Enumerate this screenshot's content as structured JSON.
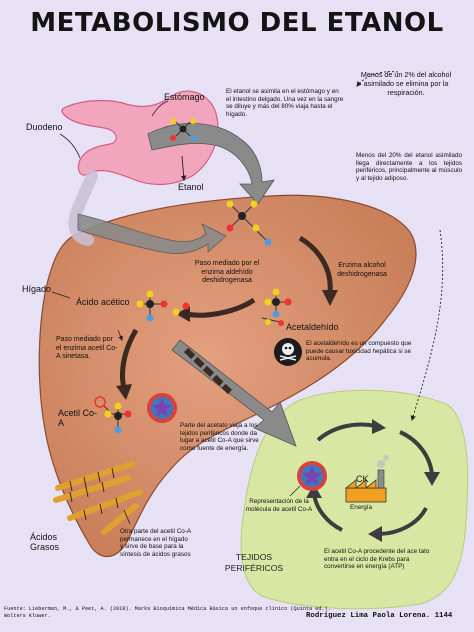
{
  "title": "METABOLISMO DEL ETANOL",
  "organs": {
    "stomach": "Estómago",
    "duodenum": "Duodeno",
    "liver": "Hígado",
    "peripheral": "TEJIDOS PERIFÉRICOS"
  },
  "molecules": {
    "ethanol": "Etanol",
    "acetaldehyde": "Acetaldehído",
    "acetic_acid": "Ácido acético",
    "acetyl_coa": "Acetil Co-A",
    "fatty_acids": "Ácidos Grasos",
    "ck": "CK",
    "energy": "Energía"
  },
  "enzymes": {
    "alcohol_dehydrogenase": "Enzima alcohol deshidrogenasa",
    "aldehyde_dehydrogenase": "Paso mediado por el enzima aldehído deshidrogenasa",
    "acetyl_coa_synthetase": "Paso mediado por el enzima acetil Co-A sinetasa."
  },
  "notes": {
    "absorption": "El etanol se asimila en el estómago y en el intestino delgado. Una vez en la sangre se diluye y más del 80% viaja hasta el hígado.",
    "less_2pct": "Menos de un 2% del alcohol asimilado se elimina por la respiración.",
    "less_20pct": "Menos del 20% del etanol asimilado llega directamente a los tejidos periféricos, principalmente al músculo y al tejido adiposo.",
    "toxicity": "El acetaldehído es un compuesto que puede causar toxicidad hepática si se acumula.",
    "acetate_travel": "Parte del acetato viaja a los tejidos periféricos donde da lugar a acetil Co-A que sirve como fuente de energía.",
    "acetyl_liver": "Otra parte del acetil Co-A permanece en el hígado y sirve de base para la síntesis de ácidos grasos",
    "acetyl_repr": "Representación de la molécula de acetil Co-A",
    "krebs": "El acetil Co-A procedente del ace tato entra en el ciclo de Krebs para convertirse en energía (ATP)"
  },
  "footer": {
    "source": "Fuente: Lieberman, M., & Peet, A. (2018). Marks Bioquímica Médica Básica un enfoque clínico (Quinta ed.). Wolters Kluwer.",
    "author": "Rodríguez Lima Paola Lorena. 1144"
  },
  "colors": {
    "background": "#e7e1f5",
    "stomach": "#f2a6bd",
    "liver": "#d9916d",
    "peripheral": "#d8e8a4",
    "arrow_gray": "#8a8a8a",
    "acetyl_star": "#7f3fb0"
  }
}
